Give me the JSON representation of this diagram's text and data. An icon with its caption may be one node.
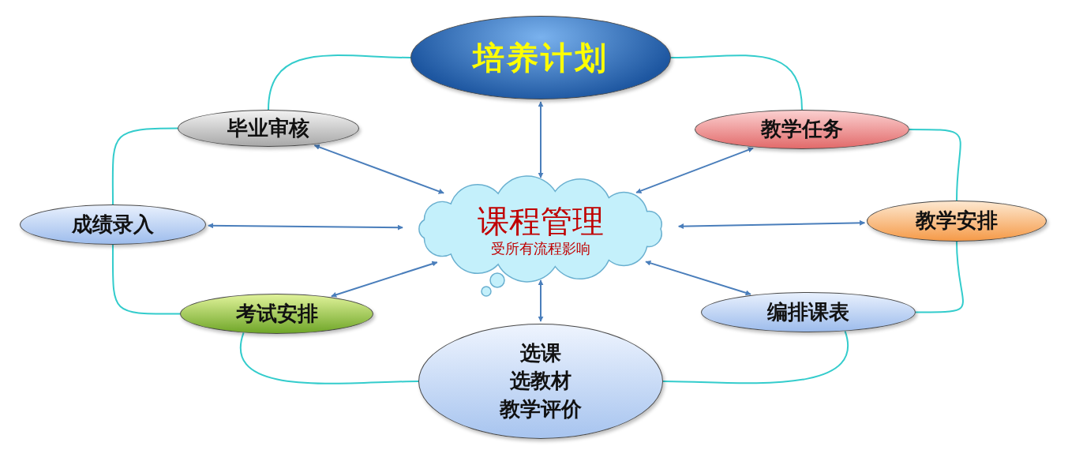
{
  "diagram": {
    "nodes": [
      {
        "text": [
          "培养计划"
        ]
      },
      {
        "text": [
          "毕业审核"
        ]
      },
      {
        "text": [
          "教学任务"
        ]
      },
      {
        "text": [
          "课程管理",
          "受所有流程影响"
        ]
      },
      {
        "text": [
          "成绩录入"
        ]
      },
      {
        "text": [
          "教学安排"
        ]
      },
      {
        "text": [
          "考试安排"
        ]
      },
      {
        "text": [
          "编排课表"
        ]
      },
      {
        "text": [
          "选课",
          "选教材",
          "教学评价"
        ]
      }
    ],
    "edges": [
      {
        "from": 3,
        "to": 0,
        "arrow": "both"
      },
      {
        "from": 3,
        "to": 1,
        "arrow": "both"
      },
      {
        "from": 3,
        "to": 2,
        "arrow": "both"
      },
      {
        "from": 3,
        "to": 4,
        "arrow": "both"
      },
      {
        "from": 3,
        "to": 5,
        "arrow": "both"
      },
      {
        "from": 3,
        "to": 6,
        "arrow": "both"
      },
      {
        "from": 3,
        "to": 7,
        "arrow": "both"
      },
      {
        "from": 3,
        "to": 8,
        "arrow": "both"
      },
      {
        "from": 0,
        "to": 2,
        "arrow": "none",
        "color": "#33cccc"
      },
      {
        "from": 2,
        "to": 5,
        "arrow": "none",
        "color": "#33cccc"
      },
      {
        "from": 5,
        "to": 7,
        "arrow": "none",
        "color": "#33cccc"
      },
      {
        "from": 7,
        "to": 8,
        "arrow": "none",
        "color": "#33cccc"
      },
      {
        "from": 8,
        "to": 6,
        "arrow": "none",
        "color": "#33cccc"
      },
      {
        "from": 6,
        "to": 4,
        "arrow": "none",
        "color": "#33cccc"
      },
      {
        "from": 4,
        "to": 1,
        "arrow": "none",
        "color": "#33cccc"
      },
      {
        "from": 1,
        "to": 0,
        "arrow": "none",
        "color": "#33cccc"
      }
    ]
  }
}
